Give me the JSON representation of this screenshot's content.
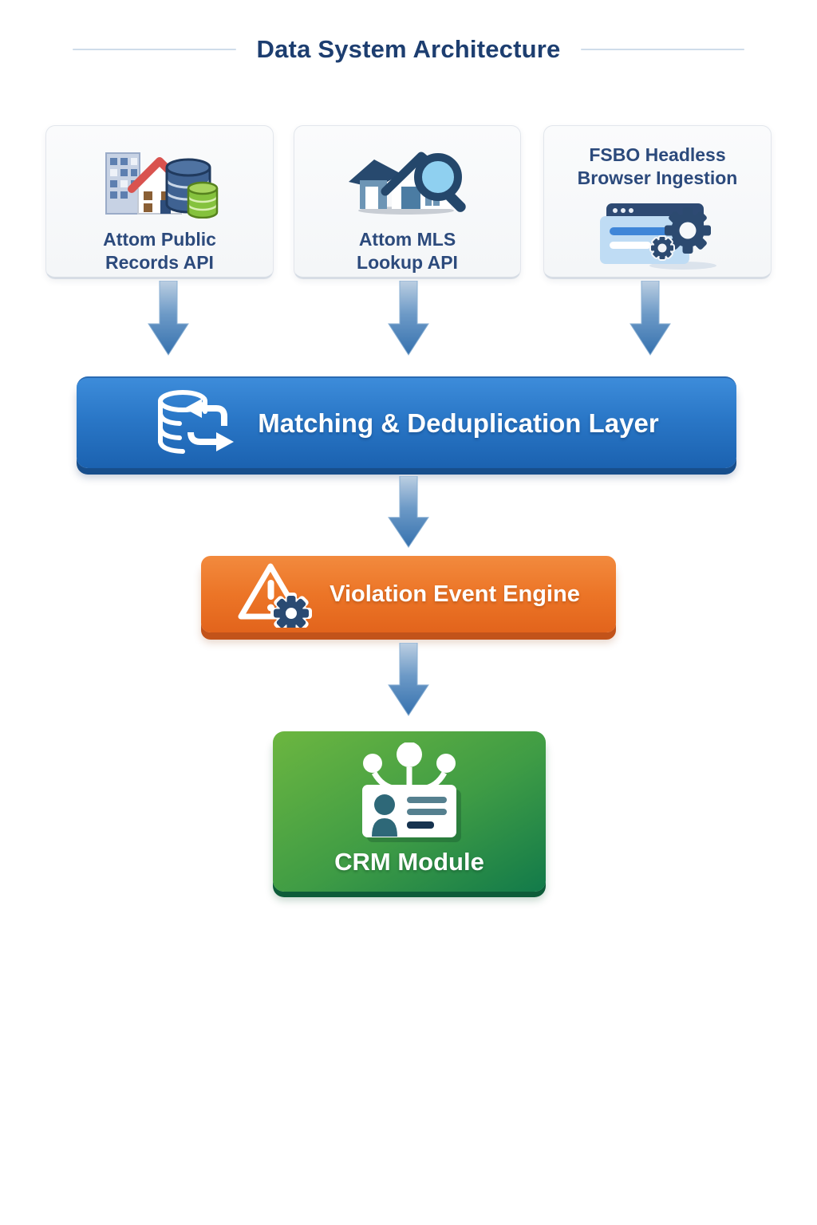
{
  "header": {
    "title": "Data System Architecture"
  },
  "sources": [
    {
      "label": "Attom Public Records API",
      "icon": "building-house-database-icon"
    },
    {
      "label": "Attom MLS Lookup API",
      "icon": "house-magnifier-icon"
    },
    {
      "label": "FSBO Headless Browser Ingestion",
      "icon": "browser-gears-icon"
    }
  ],
  "pipeline": {
    "matching": {
      "label": "Matching & Deduplication Layer",
      "icon": "database-sync-icon",
      "color": "#2a77c7"
    },
    "violation": {
      "label": "Violation Event Engine",
      "icon": "warning-gear-icon",
      "color": "#ec7527"
    },
    "crm": {
      "label": "CRM Module",
      "icon": "contact-card-network-icon",
      "color": "#3f9c45"
    }
  },
  "colors": {
    "title_text": "#1d3e70",
    "divider_line": "#cfdcea",
    "source_box_bg": "#f7f8f9",
    "source_label_text": "#2c4a7c",
    "arrow_gradient_top": "#bccfe2",
    "arrow_gradient_bottom": "#3571ae",
    "matching_bar": "#2a77c7",
    "violation_bar": "#ec7527",
    "crm_box": "#3f9c45"
  }
}
